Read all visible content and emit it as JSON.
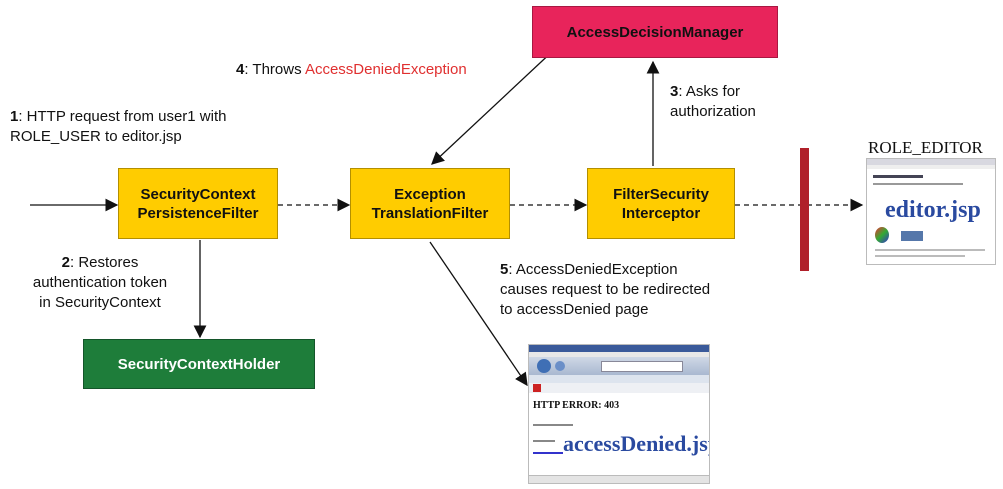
{
  "boxes": {
    "persistence": "SecurityContext\nPersistenceFilter",
    "exception": "Exception\nTranslationFilter",
    "interceptor": "FilterSecurity\nInterceptor",
    "decision": "AccessDecisionManager",
    "holder": "SecurityContextHolder"
  },
  "steps": {
    "s1_num": "1",
    "s1_line1": ": HTTP request from user1 with",
    "s1_line2": "ROLE_USER to editor.jsp",
    "s2_num": "2",
    "s2_line1": ": Restores",
    "s2_line2": "authentication token",
    "s2_line3": "in SecurityContext",
    "s3_num": "3",
    "s3_line1": ": Asks for",
    "s3_line2": "authorization",
    "s4_num": "4",
    "s4_text": ": Throws ",
    "s4_exception": "AccessDeniedException",
    "s5_num": "5",
    "s5_line1": ": AccessDeniedException",
    "s5_line2": "causes request to be redirected",
    "s5_line3": "to accessDenied page"
  },
  "role_label": "ROLE_EDITOR",
  "editor_page": {
    "big_label": "editor.jsp"
  },
  "denied_page": {
    "error_title": "HTTP ERROR: 403",
    "big_label": "accessDenied.jsp"
  },
  "colors": {
    "yellow_box": "#ffcc00",
    "pink_box": "#e8245b",
    "green_box": "#1e7d3a",
    "barrier": "#b0202a",
    "exception_text": "#e03030"
  }
}
